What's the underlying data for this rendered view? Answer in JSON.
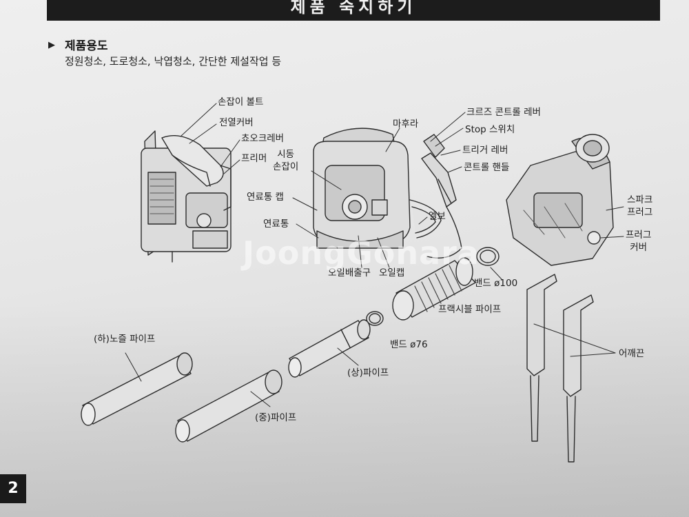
{
  "header": {
    "title": "제품 숙지하기"
  },
  "section": {
    "marker": "▶",
    "title": "제품용도",
    "body": "정원청소, 도로청소, 낙엽청소, 간단한 제설작업 등"
  },
  "labels": {
    "handle_bolt": "손잡이 볼트",
    "heat_cover": "전열커버",
    "choke_lever": "쵸오크레버",
    "primer": "프리머",
    "start_handle": [
      "시동",
      "손잡이"
    ],
    "fuel_cap": "연료통 캡",
    "fuel_tank": "연료통",
    "muffler": "마후라",
    "oil_drain": "오일배출구",
    "oil_cap": "오일캡",
    "elbow": "엘보",
    "cruise_lever": "크르즈 콘트롤 레버",
    "stop_switch": "Stop 스위치",
    "trigger_lever": "트리거 레버",
    "control_handle": "콘트롤 핸들",
    "spark_plug": [
      "스파크",
      "프러그"
    ],
    "plug_cover": [
      "프러그",
      "커버"
    ],
    "band_100": "밴드 ø100",
    "flex_pipe": "프랙시블 파이프",
    "band_76": "밴드 ø76",
    "upper_pipe": "(상)파이프",
    "middle_pipe": "(중)파이프",
    "nozzle_pipe": "(하)노즐 파이프",
    "shoulder_strap": "어깨끈"
  },
  "watermark": "JoongGonara",
  "page_number": "2"
}
